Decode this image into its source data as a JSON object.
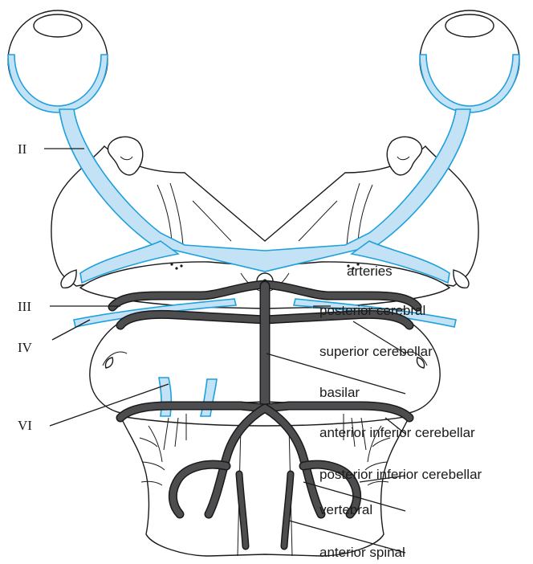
{
  "diagram": {
    "colors": {
      "nerve_fill": "#c3e2f5",
      "nerve_stroke": "#1ea0dc",
      "artery": "#4d4d4f",
      "outline": "#1a1a1a"
    },
    "cranial_nerve_labels": {
      "optic": "II",
      "oculomotor": "III",
      "trochlear": "IV",
      "abducens": "VI"
    },
    "arteries_heading": "arteries",
    "artery_labels": {
      "posterior_cerebral": "posterior cerebral",
      "superior_cerebellar": "superior cerebellar",
      "basilar": "basilar",
      "anterior_inferior_cerebellar": "anterior inferior cerebellar",
      "posterior_inferior_cerebellar": "posterior inferior cerebellar",
      "vertebral": "vertebral",
      "anterior_spinal": "anterior spinal"
    }
  }
}
